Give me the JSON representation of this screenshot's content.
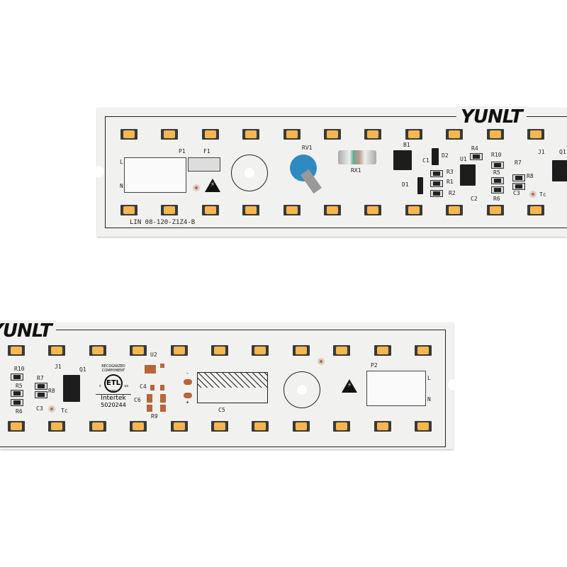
{
  "top_board": {
    "logo": "YUNLT",
    "part_number": "LIN 08-120-Z1Z4-B",
    "labels": {
      "p1": "P1",
      "f1": "F1",
      "rv1": "RV1",
      "rx1": "RX1",
      "b1": "B1",
      "c1": "C1",
      "d2": "D2",
      "d1": "D1",
      "r3": "R3",
      "r1": "R1",
      "r2": "R2",
      "u1": "U1",
      "r4": "R4",
      "c2": "C2",
      "r10": "R10",
      "r5": "R5",
      "r6": "R6",
      "r7": "R7",
      "r8": "R8",
      "c3": "C3",
      "j1": "J1",
      "q1": "Q1",
      "tc": "Tc",
      "l": "L",
      "n": "N"
    },
    "led_count_per_row": 11
  },
  "bottom_board": {
    "logo": "YUNLT",
    "labels": {
      "r10": "R10",
      "r5": "R5",
      "r6": "R6",
      "r7": "R7",
      "r8": "R8",
      "c3": "C3",
      "j1": "J1",
      "q1": "Q1",
      "tc": "Tc",
      "u2": "U2",
      "c4": "C4",
      "c6": "C6",
      "r9": "R9",
      "c5": "C5",
      "p2": "P2",
      "l": "L",
      "n": "N",
      "minus": "-",
      "plus": "+"
    },
    "certification": {
      "header1": "RECOGNIZED",
      "header2": "COMPONENT",
      "mark": "ETL",
      "c": "c",
      "us": "us",
      "listed": "LISTED",
      "brand": "Intertek",
      "number": "5020244"
    },
    "led_count_per_row": 11
  },
  "colors": {
    "led": "#f6b650",
    "board": "#f1f1ef",
    "pad": "#b8653a"
  }
}
